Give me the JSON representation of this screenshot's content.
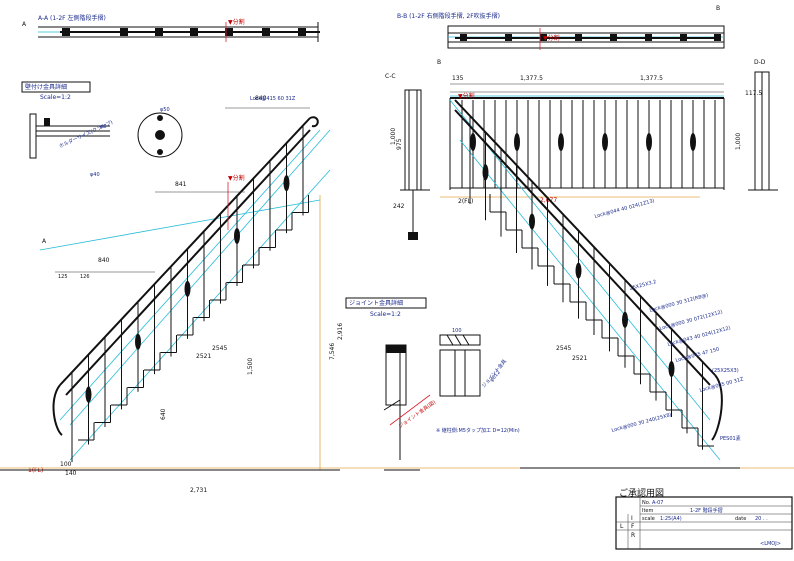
{
  "views": {
    "aa": {
      "title": "A-A  (1-2F 左側階段手摺)"
    },
    "bb": {
      "title": "B-B  (1-2F 右側階段手摺, 2F吹抜手摺)"
    },
    "cc": {
      "title": "C-C"
    },
    "dd": {
      "title": "D-D"
    }
  },
  "cut_marks": {
    "split": "▼分割",
    "a": "A",
    "b": "B",
    "c": "C",
    "d": "D"
  },
  "details": {
    "wall_bracket": {
      "title": "壁付け金具詳細",
      "scale": "Scale=1:2",
      "material": "ホルダーサイズ(クランプ)",
      "bolt": "φ50",
      "bar": "φ40",
      "callout": "φ6"
    },
    "joint": {
      "title": "ジョイント金具詳細",
      "scale": "Scale=1:2",
      "label1": "ジョイント金具",
      "label2": "φ812",
      "label3": "ジョイント金具(図)",
      "note": "※  継柱側:M5タップ加工  D=12(Min)"
    }
  },
  "dims": {
    "a1": "840",
    "a2": "126",
    "a3": "841",
    "a4": "125",
    "a5": "2545",
    "a6": "2521",
    "a7": "1,500",
    "a8": "2,731",
    "a9": "640",
    "a10": "100",
    "a11": "140",
    "a12": "7,546",
    "a13": "2,916",
    "a14": "1(FL)",
    "a15": "1,377.5",
    "a16": "1,377.5",
    "a17": "2,677",
    "a18": "135",
    "a19": "1,000",
    "a20": "975",
    "a21": "242",
    "a22": "117.5",
    "a23": "2(FL)"
  },
  "labels": {
    "lk1": "Lock@415 60 31Z",
    "lk2": "Lock@044 40 024(1Z13)",
    "lk3": "Lock@000 30 312(R8@)",
    "lk4": "Lock@000 30 072(12X12)",
    "lk5": "Lock@043 40 024(12X12)",
    "lk6": "Lock@045 47 150",
    "lk7": "(25X25X3)",
    "lk8": "Lock@005 00 31Z",
    "lk9": "Lock@000 30 240(25X8)",
    "lk10": "PES01素",
    "lk11": "25X25X3.2",
    "lk12": "1,000"
  },
  "titleblock": {
    "heading": "ご承認用図",
    "no_label": "No.",
    "no_value": "A-07",
    "name_label": "Item",
    "name_value": "1-2F  階段手摺",
    "scale_label": "scale",
    "scale_value": "1:25(A4)",
    "date_label": "date",
    "date_value": "20  .  .",
    "letters": [
      "L",
      "F",
      "I",
      "R"
    ],
    "logo": "<LMOJ>"
  }
}
